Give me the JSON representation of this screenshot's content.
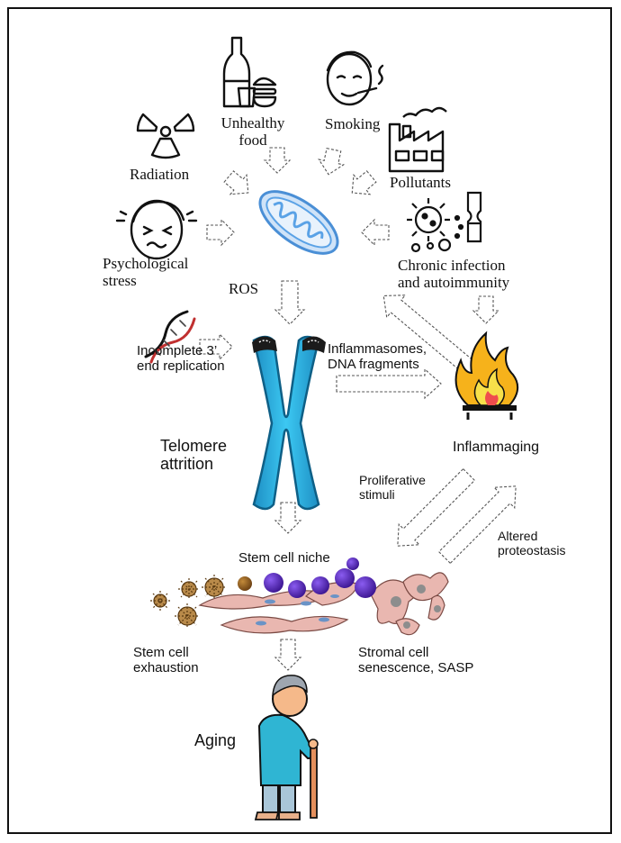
{
  "factors": {
    "unhealthy_food": "Unhealthy\nfood",
    "smoking": "Smoking",
    "radiation": "Radiation",
    "pollutants": "Pollutants",
    "psychological_stress": "Psychological\nstress",
    "chronic_infection": "Chronic infection\nand autoimmunity"
  },
  "processes": {
    "ros": "ROS",
    "incomplete_replication": "Incomplete 3’\nend replication",
    "inflammasomes": "Inflammasomes,\nDNA fragments",
    "telomere_attrition": "Telomere\nattrition",
    "inflammaging": "Inflammaging",
    "proliferative_stimuli": "Proliferative\nstimuli",
    "altered_proteostasis": "Altered\nproteostasis",
    "stem_cell_niche": "Stem cell niche",
    "stem_cell_exhaustion": "Stem cell\nexhaustion",
    "stromal_senescence": "Stromal cell\nsenescence,  SASP",
    "aging": "Aging"
  },
  "colors": {
    "mitochondrion": "#5aa2e6",
    "chromosome": "#29b6e8",
    "flame_outer": "#f6b21b",
    "flame_inner": "#f7e04a",
    "stem_cell_purple": "#5b2bbf",
    "stromal_pink": "#e9b7b0",
    "person_shirt": "#2fb5d3"
  },
  "icons": [
    "wine-food-icon",
    "smoking-face-icon",
    "radiation-icon",
    "factory-icon",
    "stressed-face-icon",
    "mitochondrion-icon",
    "virus-joint-icon",
    "dna-icon",
    "chromosome-icon",
    "fire-icon",
    "stem-cell-niche-icon",
    "elderly-person-icon"
  ]
}
